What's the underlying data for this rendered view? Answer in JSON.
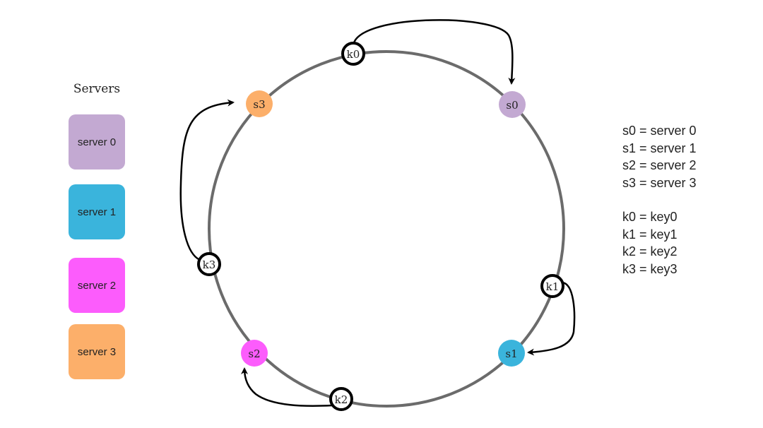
{
  "legend": {
    "title": "Servers",
    "servers": [
      {
        "label": "server 0",
        "color": "#C3A9D2"
      },
      {
        "label": "server 1",
        "color": "#3AB4DC"
      },
      {
        "label": "server 2",
        "color": "#FC5CFC"
      },
      {
        "label": "server 3",
        "color": "#FCAF6A"
      }
    ]
  },
  "ring": {
    "stroke_color": "#6B6B6B",
    "servers": [
      {
        "id": "s0",
        "label": "s0",
        "color": "#C3A9D2"
      },
      {
        "id": "s1",
        "label": "s1",
        "color": "#3AB4DC"
      },
      {
        "id": "s2",
        "label": "s2",
        "color": "#FC5CFC"
      },
      {
        "id": "s3",
        "label": "s3",
        "color": "#FCAF6A"
      }
    ],
    "keys": [
      {
        "id": "k0",
        "label": "k0",
        "maps_to": "s0"
      },
      {
        "id": "k1",
        "label": "k1",
        "maps_to": "s1"
      },
      {
        "id": "k2",
        "label": "k2",
        "maps_to": "s2"
      },
      {
        "id": "k3",
        "label": "k3",
        "maps_to": "s3"
      }
    ]
  },
  "definitions": {
    "servers": [
      "s0 = server 0",
      "s1 = server 1",
      "s2 = server 2",
      "s3 = server 3"
    ],
    "keys": [
      "k0 = key0",
      "k1 = key1",
      "k2 = key2",
      "k3 = key3"
    ]
  }
}
